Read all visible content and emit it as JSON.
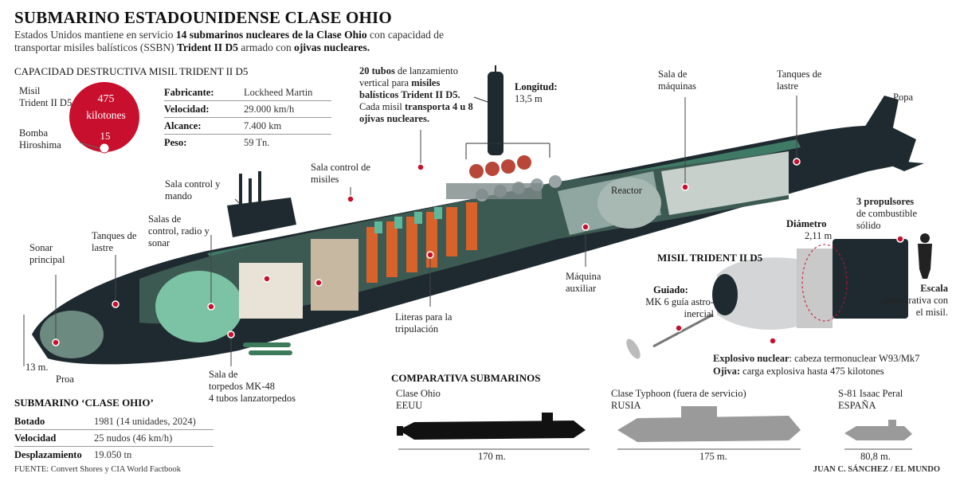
{
  "header": {
    "title": "SUBMARINO ESTADOUNIDENSE CLASE OHIO",
    "subtitle_parts": [
      {
        "t": "Estados Unidos mantiene en servicio ",
        "b": false
      },
      {
        "t": "14 submarinos nucleares de la Clase Ohio",
        "b": true
      },
      {
        "t": " con capacidad de transportar misiles balísticos (SSBN) ",
        "b": false
      },
      {
        "t": "Trident II D5",
        "b": true
      },
      {
        "t": " armado con ",
        "b": false
      },
      {
        "t": "ojivas nucleares.",
        "b": true
      }
    ]
  },
  "capacity": {
    "title": "CAPACIDAD DESTRUCTIVA MISIL TRIDENT II D5",
    "missile_label_1": "Misil",
    "missile_label_2": "Trident II D5",
    "bomb_label_1": "Bomba",
    "bomb_label_2": "Hiroshima",
    "big_value": "475",
    "unit": "kilotones",
    "small_value": "15",
    "specs": [
      {
        "k": "Fabricante:",
        "v": "Lockheed Martin"
      },
      {
        "k": "Velocidad:",
        "v": "29.000 km/h"
      },
      {
        "k": "Alcance:",
        "v": "7.400 km"
      },
      {
        "k": "Peso:",
        "v": "59 Tn."
      }
    ]
  },
  "callouts": {
    "tubes_parts": [
      {
        "t": "20 tubos",
        "b": true
      },
      {
        "t": " de lanzamiento vertical para ",
        "b": false
      },
      {
        "t": "misiles balísticos Trident II D5.",
        "b": true
      },
      {
        "t": " Cada misil ",
        "b": false
      },
      {
        "t": "transporta 4 u 8 ojivas nucleares.",
        "b": true
      }
    ],
    "length_label": "Longitud:",
    "length_value": "13,5 m",
    "engine_room": "Sala de máquinas",
    "ballast_aft": "Tanques de lastre",
    "stern": "Popa",
    "missile_control": "Sala control de misiles",
    "control_room": "Sala control y mando",
    "control_rooms": "Salas de control, radio y sonar",
    "ballast_fwd": "Tanques de lastre",
    "sonar": "Sonar principal",
    "reactor": "Reactor",
    "aux_engine": "Máquina auxiliar",
    "bunks": "Literas para la tripulación",
    "torpedo_room_1": "Sala de",
    "torpedo_room_2": "torpedos MK-48",
    "torpedo_room_3": "4 tubos lanzatorpedos",
    "bow": "Proa",
    "height": "13 m."
  },
  "missile": {
    "title": "MISIL TRIDENT II D5",
    "diameter_label": "Diámetro",
    "diameter_value": "2,11 m",
    "propellers_bold": "3 propulsores",
    "propellers_rest": "de combustible sólido",
    "guidance_label": "Guiado:",
    "guidance_text": "MK 6 guía astro-inercial",
    "scale_bold": "Escala",
    "scale_rest": "comparativa con el misil.",
    "explosive_bold": "Explosivo nuclear",
    "explosive_rest": ": cabeza termonuclear W93/Mk7",
    "warhead_bold": "Ojiva:",
    "warhead_rest": " carga explosiva hasta 475 kilotones"
  },
  "ohio_specs": {
    "title": "SUBMARINO ‘CLASE OHIO’",
    "rows": [
      {
        "k": "Botado",
        "v": "1981 (14 unidades, 2024)"
      },
      {
        "k": "Velocidad",
        "v": "25 nudos (46 km/h)"
      },
      {
        "k": "Desplazamiento",
        "v": "19.050 tn"
      }
    ]
  },
  "comparison": {
    "title": "COMPARATIVA SUBMARINOS",
    "subs": [
      {
        "name": "Clase Ohio",
        "country": "EEUU",
        "length": "170 m."
      },
      {
        "name": "Clase Typhoon (fuera de servicio)",
        "country": "RUSIA",
        "length": "175 m."
      },
      {
        "name": "S-81 Isaac Peral",
        "country": "ESPAÑA",
        "length": "80,8 m."
      }
    ]
  },
  "footer": {
    "source": "FUENTE: Convert Shores y CIA World Factbook",
    "credit": "JUAN C. SÁNCHEZ / EL MUNDO"
  },
  "colors": {
    "accent_red": "#c8102e",
    "hull_dark": "#1f2a30",
    "interior_green": "#5fb89a",
    "interior_orange": "#d9622b"
  }
}
